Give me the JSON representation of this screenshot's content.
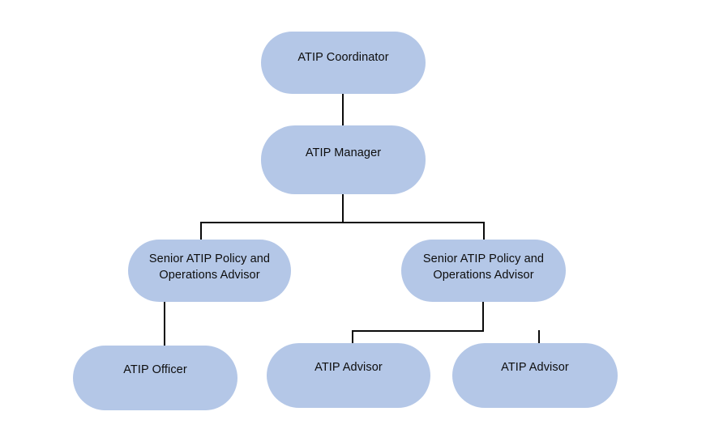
{
  "chart_data": {
    "type": "diagram",
    "diagram_type": "organizational-chart",
    "title": "",
    "orientation": "top-down",
    "node_shape": "rounded-rectangle",
    "node_fill_color": "#b4c7e7",
    "connector_color": "#0a0a0a",
    "background_color": "#ffffff",
    "text_color": "#0d0d0d",
    "levels": 4,
    "nodes": [
      {
        "id": "coordinator",
        "label": "ATIP Coordinator",
        "level": 1,
        "parent": null
      },
      {
        "id": "manager",
        "label": "ATIP Manager",
        "level": 2,
        "parent": "coordinator"
      },
      {
        "id": "senior-left",
        "label": "Senior ATIP Policy and\nOperations Advisor",
        "level": 3,
        "parent": "manager"
      },
      {
        "id": "senior-right",
        "label": "Senior ATIP Policy and\nOperations Advisor",
        "level": 3,
        "parent": "manager"
      },
      {
        "id": "officer",
        "label": "ATIP Officer",
        "level": 4,
        "parent": "senior-left"
      },
      {
        "id": "advisor-1",
        "label": "ATIP Advisor",
        "level": 4,
        "parent": "senior-right"
      },
      {
        "id": "advisor-2",
        "label": "ATIP Advisor",
        "level": 4,
        "parent": "senior-right"
      }
    ],
    "edges": [
      {
        "from": "coordinator",
        "to": "manager"
      },
      {
        "from": "manager",
        "to": "senior-left"
      },
      {
        "from": "manager",
        "to": "senior-right"
      },
      {
        "from": "senior-left",
        "to": "officer"
      },
      {
        "from": "senior-right",
        "to": "advisor-1"
      },
      {
        "from": "senior-right",
        "to": "advisor-2"
      }
    ]
  },
  "nodes": {
    "coordinator": {
      "label": "ATIP Coordinator"
    },
    "manager": {
      "label": "ATIP Manager"
    },
    "senior_left": {
      "label": "Senior ATIP Policy and\nOperations Advisor"
    },
    "senior_right": {
      "label": "Senior ATIP Policy and\nOperations Advisor"
    },
    "officer": {
      "label": "ATIP Officer"
    },
    "advisor_1": {
      "label": "ATIP Advisor"
    },
    "advisor_2": {
      "label": "ATIP Advisor"
    }
  }
}
